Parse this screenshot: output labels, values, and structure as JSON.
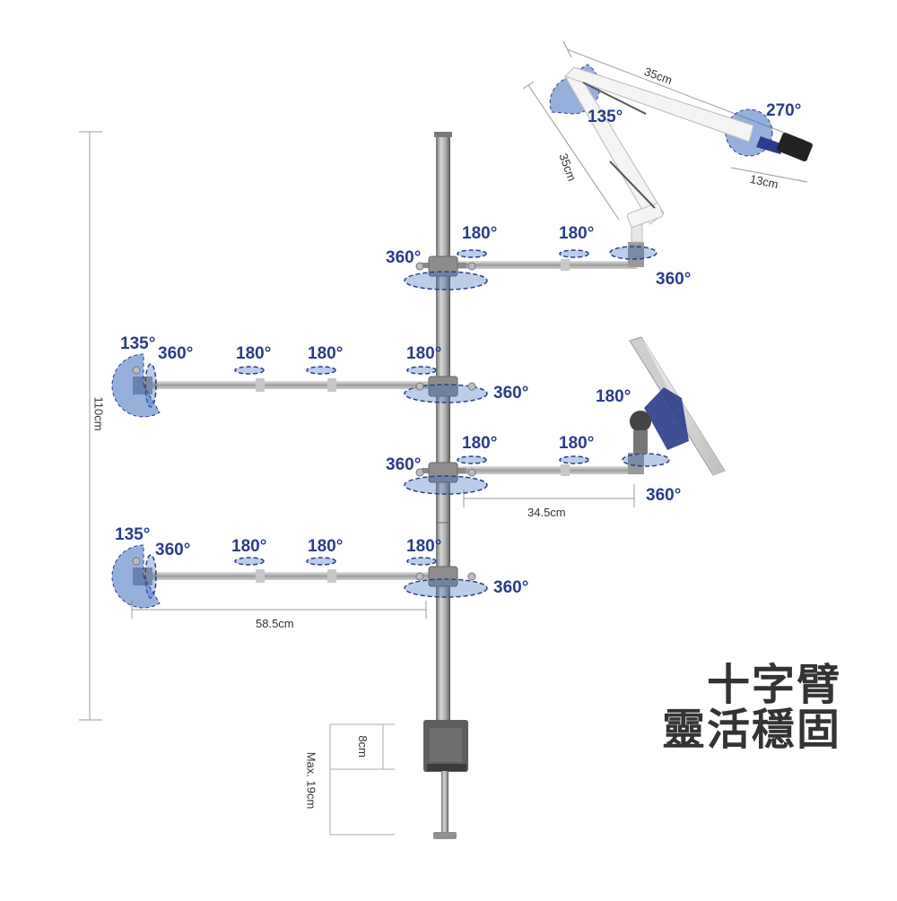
{
  "title": {
    "line1": "十字臂",
    "line2": "靈活穩固"
  },
  "dimensions": {
    "total_height": "110cm",
    "arm_length": "58.5cm",
    "short_arm": "34.5cm",
    "clamp_depth": "8cm",
    "clamp_max": "Max. 19cm",
    "lamp_arm_upper": "35cm",
    "lamp_arm_lower": "35cm",
    "lamp_head": "13cm"
  },
  "angles": {
    "a_top_left_360": "360°",
    "a_top_j1_180": "180°",
    "a_top_j2_180": "180°",
    "a_top_right_360": "360°",
    "a_lamp_135": "135°",
    "a_lamp_270": "270°",
    "a_l1_135": "135°",
    "a_l1_360": "360°",
    "a_l1_j1_180": "180°",
    "a_l1_j2_180": "180°",
    "a_l1_j3_180": "180°",
    "a_l1_pole_360": "360°",
    "a_mid_left_360": "360°",
    "a_mid_j1_180": "180°",
    "a_mid_j2_180": "180°",
    "a_mid_right_360": "360°",
    "a_monitor_180": "180°",
    "a_l2_135": "135°",
    "a_l2_360": "360°",
    "a_l2_j1_180": "180°",
    "a_l2_j2_180": "180°",
    "a_l2_j3_180": "180°",
    "a_l2_pole_360": "360°"
  },
  "colors": {
    "accent": "#2a3c8a",
    "ring": "#3f6fbf",
    "metal": "#a9a9a9",
    "text": "#333333"
  }
}
